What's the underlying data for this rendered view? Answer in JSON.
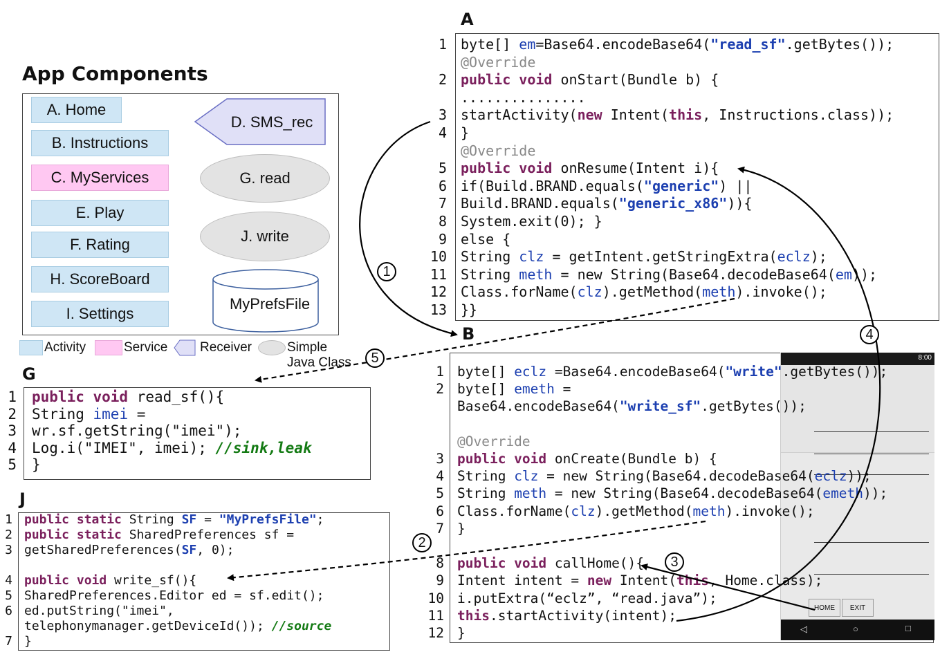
{
  "components": {
    "title": "App Components",
    "items": [
      {
        "label": "A. Home",
        "kind": "activity"
      },
      {
        "label": "B. Instructions",
        "kind": "activity"
      },
      {
        "label": "C. MyServices",
        "kind": "service"
      },
      {
        "label": "E. Play",
        "kind": "activity"
      },
      {
        "label": "F. Rating",
        "kind": "activity"
      },
      {
        "label": "H. ScoreBoard",
        "kind": "activity"
      },
      {
        "label": "I. Settings",
        "kind": "activity"
      },
      {
        "label": "D. SMS_rec",
        "kind": "receiver"
      },
      {
        "label": "G. read",
        "kind": "simple-java-class"
      },
      {
        "label": "J. write",
        "kind": "simple-java-class"
      },
      {
        "label": "MyPrefsFile",
        "kind": "file"
      }
    ],
    "legend": {
      "activity": "Activity",
      "service": "Service",
      "receiver": "Receiver",
      "simple_class_line1": "Simple",
      "simple_class_line2": "Java Class"
    }
  },
  "panels": {
    "a": {
      "letter": "A"
    },
    "b": {
      "letter": "B"
    },
    "g": {
      "letter": "G"
    },
    "j": {
      "letter": "J"
    }
  },
  "steps": [
    "1",
    "2",
    "3",
    "4",
    "5"
  ],
  "phone": {
    "time": "8:00",
    "home_button": "HOME",
    "exit_button": "EXIT"
  },
  "code_a": [
    {
      "no": "1",
      "segs": [
        [
          "byte[] ",
          "t"
        ],
        [
          "em",
          "v"
        ],
        [
          "=Base64.encodeBase64(",
          "t"
        ],
        [
          "\"read_sf\"",
          "s"
        ],
        [
          ".getBytes());",
          "t"
        ]
      ]
    },
    {
      "no": "",
      "segs": [
        [
          "@Override",
          "a"
        ]
      ]
    },
    {
      "no": "2",
      "segs": [
        [
          "public void ",
          "k"
        ],
        [
          "onStart(Bundle b) {",
          "t"
        ]
      ]
    },
    {
      "no": "",
      "segs": [
        [
          "...............",
          "t"
        ]
      ]
    },
    {
      "no": "3",
      "segs": [
        [
          "startActivity(",
          "t"
        ],
        [
          "new ",
          "k"
        ],
        [
          "Intent(",
          "t"
        ],
        [
          "this",
          "k"
        ],
        [
          ", Instructions.class));",
          "t"
        ]
      ]
    },
    {
      "no": "4",
      "segs": [
        [
          "}",
          "t"
        ]
      ]
    },
    {
      "no": "",
      "segs": [
        [
          "@Override",
          "a"
        ]
      ]
    },
    {
      "no": "5",
      "segs": [
        [
          "public void ",
          "k"
        ],
        [
          "onResume(Intent i){",
          "t"
        ]
      ]
    },
    {
      "no": "6",
      "segs": [
        [
          "if(Build.BRAND.equals(",
          "t"
        ],
        [
          "\"generic\"",
          "s"
        ],
        [
          ") ||",
          "t"
        ]
      ]
    },
    {
      "no": "7",
      "segs": [
        [
          "Build.BRAND.equals(",
          "t"
        ],
        [
          "\"generic_x86\"",
          "s"
        ],
        [
          ")){",
          "t"
        ]
      ]
    },
    {
      "no": "8",
      "segs": [
        [
          "System.exit(0); }",
          "t"
        ]
      ]
    },
    {
      "no": "9",
      "segs": [
        [
          "else {",
          "t"
        ]
      ]
    },
    {
      "no": "10",
      "segs": [
        [
          "String ",
          "t"
        ],
        [
          "clz",
          "v"
        ],
        [
          " = getIntent.getStringExtra(",
          "t"
        ],
        [
          "eclz",
          "v"
        ],
        [
          ");",
          "t"
        ]
      ]
    },
    {
      "no": "11",
      "segs": [
        [
          "String ",
          "t"
        ],
        [
          "meth",
          "v"
        ],
        [
          " = new String(Base64.decodeBase64(",
          "t"
        ],
        [
          "em",
          "v"
        ],
        [
          "));",
          "t"
        ]
      ]
    },
    {
      "no": "12",
      "segs": [
        [
          "Class.forName(",
          "t"
        ],
        [
          "clz",
          "v"
        ],
        [
          ").getMethod(",
          "t"
        ],
        [
          "meth",
          "v"
        ],
        [
          ").invoke();",
          "t"
        ]
      ]
    },
    {
      "no": "13",
      "segs": [
        [
          "}}",
          "t"
        ]
      ]
    }
  ],
  "code_b": [
    {
      "no": "1",
      "segs": [
        [
          "byte[] ",
          "t"
        ],
        [
          "eclz",
          "v"
        ],
        [
          " =Base64.encodeBase64(",
          "t"
        ],
        [
          "\"write\"",
          "s"
        ],
        [
          ".getBytes());",
          "t"
        ]
      ]
    },
    {
      "no": "2",
      "segs": [
        [
          "byte[] ",
          "t"
        ],
        [
          "emeth",
          "v"
        ],
        [
          " =",
          "t"
        ]
      ]
    },
    {
      "no": "",
      "segs": [
        [
          "Base64.encodeBase64(",
          "t"
        ],
        [
          "\"write_sf\"",
          "s"
        ],
        [
          ".getBytes());",
          "t"
        ]
      ]
    },
    {
      "no": "",
      "segs": []
    },
    {
      "no": "",
      "segs": [
        [
          "@Override",
          "a"
        ]
      ]
    },
    {
      "no": "3",
      "segs": [
        [
          "public void ",
          "k"
        ],
        [
          "onCreate(Bundle b) {",
          "t"
        ]
      ]
    },
    {
      "no": "4",
      "segs": [
        [
          "String ",
          "t"
        ],
        [
          "clz",
          "v"
        ],
        [
          " = new String(Base64.decodeBase64(",
          "t"
        ],
        [
          "eclz",
          "v"
        ],
        [
          "));",
          "t"
        ]
      ]
    },
    {
      "no": "5",
      "segs": [
        [
          "String ",
          "t"
        ],
        [
          "meth",
          "v"
        ],
        [
          " = new String(Base64.decodeBase64(",
          "t"
        ],
        [
          "emeth",
          "v"
        ],
        [
          "));",
          "t"
        ]
      ]
    },
    {
      "no": "6",
      "segs": [
        [
          "Class.forName(",
          "t"
        ],
        [
          "clz",
          "v"
        ],
        [
          ").getMethod(",
          "t"
        ],
        [
          "meth",
          "v"
        ],
        [
          ").invoke();",
          "t"
        ]
      ]
    },
    {
      "no": "7",
      "segs": [
        [
          "}",
          "t"
        ]
      ]
    },
    {
      "no": "",
      "segs": []
    },
    {
      "no": "8",
      "segs": [
        [
          "public void ",
          "k"
        ],
        [
          "callHome(){",
          "t"
        ]
      ]
    },
    {
      "no": "9",
      "segs": [
        [
          "Intent intent = ",
          "t"
        ],
        [
          "new ",
          "k"
        ],
        [
          "Intent(",
          "t"
        ],
        [
          "this",
          "k"
        ],
        [
          ", Home.class);",
          "t"
        ]
      ]
    },
    {
      "no": "10",
      "segs": [
        [
          "i.putExtra(“eclz”, “read.java”);",
          "t"
        ]
      ]
    },
    {
      "no": "11",
      "segs": [
        [
          "this",
          "k"
        ],
        [
          ".startActivity(intent);",
          "t"
        ]
      ]
    },
    {
      "no": "12",
      "segs": [
        [
          "}",
          "t"
        ]
      ]
    }
  ],
  "code_g": [
    {
      "no": "1",
      "segs": [
        [
          "public void ",
          "k"
        ],
        [
          "read_sf(){",
          "t"
        ]
      ]
    },
    {
      "no": "2",
      "segs": [
        [
          "String ",
          "t"
        ],
        [
          "imei",
          "v"
        ],
        [
          " =",
          "t"
        ]
      ]
    },
    {
      "no": "3",
      "segs": [
        [
          "wr.sf.getString(\"imei\");",
          "t"
        ]
      ]
    },
    {
      "no": "4",
      "segs": [
        [
          "Log.i(\"IMEI\", imei); ",
          "t"
        ],
        [
          "//sink,leak",
          "c"
        ]
      ]
    },
    {
      "no": "5",
      "segs": [
        [
          "}",
          "t"
        ]
      ]
    }
  ],
  "code_j": [
    {
      "no": "1",
      "segs": [
        [
          "public static ",
          "k"
        ],
        [
          "String ",
          "t"
        ],
        [
          "SF",
          "sv"
        ],
        [
          " = ",
          "t"
        ],
        [
          "\"MyPrefsFile\"",
          "s"
        ],
        [
          ";",
          "t"
        ]
      ]
    },
    {
      "no": "2",
      "segs": [
        [
          "public static ",
          "k"
        ],
        [
          "SharedPreferences sf =",
          "t"
        ]
      ]
    },
    {
      "no": "3",
      "segs": [
        [
          "getSharedPreferences(",
          "t"
        ],
        [
          "SF",
          "sv"
        ],
        [
          ", 0);",
          "t"
        ]
      ]
    },
    {
      "no": "",
      "segs": []
    },
    {
      "no": "4",
      "segs": [
        [
          "public void ",
          "k"
        ],
        [
          "write_sf(){",
          "t"
        ]
      ]
    },
    {
      "no": "5",
      "segs": [
        [
          "SharedPreferences.Editor ed = sf.edit();",
          "t"
        ]
      ]
    },
    {
      "no": "6",
      "segs": [
        [
          "ed.putString(\"imei\",",
          "t"
        ]
      ]
    },
    {
      "no": "",
      "segs": [
        [
          "telephonymanager.getDeviceId()); ",
          "t"
        ],
        [
          "//source",
          "c"
        ]
      ]
    },
    {
      "no": "7",
      "segs": [
        [
          "}",
          "t"
        ]
      ]
    }
  ]
}
